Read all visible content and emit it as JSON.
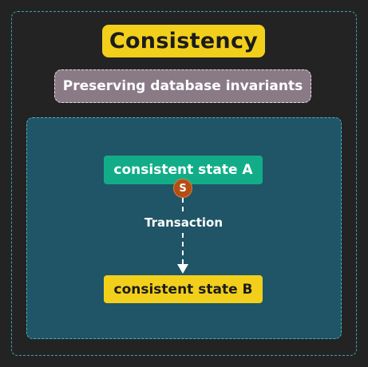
{
  "title": "Consistency",
  "subtitle": "Preserving database invariants",
  "diagram": {
    "state_a": "consistent state A",
    "state_b": "consistent state B",
    "badge": "S",
    "transition_label": "Transaction"
  },
  "colors": {
    "background": "#232323",
    "frame_border": "#3fa3b5",
    "title_bg": "#f2cf1b",
    "subtitle_bg": "#8a7a86",
    "panel_bg": "#1f5566",
    "state_a_bg": "#12ad88",
    "state_b_bg": "#f2cf1b",
    "badge_bg": "#b34e15"
  }
}
